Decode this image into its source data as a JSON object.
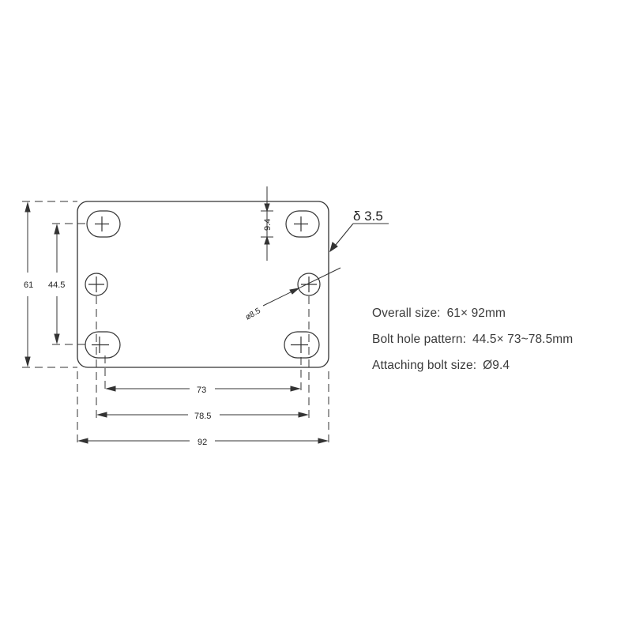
{
  "drawing": {
    "dimensions": {
      "height": "61",
      "bolt_vertical": "44.5",
      "slot_offset": "9.4",
      "thickness": "δ 3.5",
      "hole_diameter": "ø8.5",
      "bolt_span_min": "73",
      "bolt_span_max": "78.5",
      "width": "92"
    }
  },
  "specs": [
    {
      "label": "Overall size:",
      "value": "61× 92mm"
    },
    {
      "label": "Bolt hole pattern:",
      "value": "44.5× 73~78.5mm"
    },
    {
      "label": "Attaching bolt size:",
      "value": "Ø9.4"
    }
  ]
}
